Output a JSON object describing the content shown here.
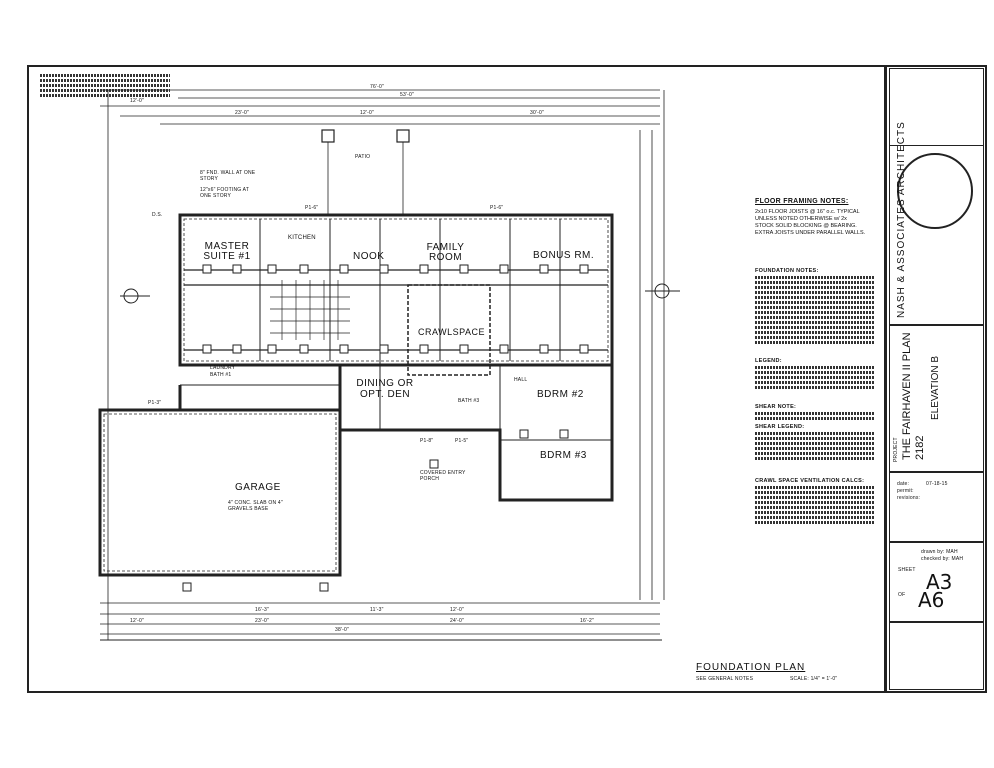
{
  "drawing": {
    "title": "FOUNDATION PLAN",
    "subtitle": "SEE GENERAL NOTES",
    "scale": "SCALE: 1/4\" = 1'-0\""
  },
  "rooms": {
    "master_suite": "MASTER SUITE #1",
    "kitchen": "KITCHEN",
    "nook": "NOOK",
    "family_room": "FAMILY ROOM",
    "bonus_rm": "BONUS RM.",
    "crawlspace": "CRAWLSPACE",
    "dining": "DINING OR OPT. DEN",
    "bdrm2": "BDRM #2",
    "bdrm3": "BDRM #3",
    "garage": "GARAGE",
    "hall": "HALL",
    "laundry": "LAUNDRY",
    "bath1": "BATH #1",
    "bath3": "BATH #3"
  },
  "dimensions": {
    "overall_top": "76'-0\"",
    "top_2": "53'-0\"",
    "top_3a": "23'-0\"",
    "top_3b": "12'-0\"",
    "top_3c": "30'-0\"",
    "left_1": "12'-0\"",
    "bottom_1": "38'-0\"",
    "bottom_2a": "23'-0\"",
    "bottom_2b": "24'-0\"",
    "bottom_2c": "16'-2\"",
    "bottom_3a": "12'-0\"",
    "bottom_3b": "16'-3\"",
    "bottom_3c": "11'-3\"",
    "bottom_3d": "12'-0\""
  },
  "callouts": {
    "pl6a": "P1-6\"",
    "pl6b": "P1-6\"",
    "pl3": "P1-3\"",
    "pl8": "P1-8\"",
    "pl5": "P1-5\"",
    "ds": "D.S.",
    "patio": "PATIO",
    "footing_note": "8\" FND. WALL AT ONE STORY",
    "footing_note2": "12\"x6\" FOOTING AT ONE STORY",
    "covered_entry": "COVERED ENTRY PORCH",
    "garage_slab": "4\" CONC. SLAB ON 4\" GRAVELS BASE"
  },
  "notes": {
    "floor_framing_title": "FLOOR FRAMING NOTES:",
    "floor_framing_lines": [
      "2x10 FLOOR JOISTS @ 16\" o.c. TYPICAL",
      "UNLESS NOTED OTHERWISE w/ 2x",
      "STOCK SOLID BLOCKING @ BEARING.",
      "EXTRA JOISTS UNDER PARALLEL WALLS."
    ],
    "foundation_title": "FOUNDATION NOTES:",
    "legend_title": "LEGEND:",
    "shear_title": "SHEAR NOTE:",
    "shear_legend_title": "SHEAR LEGEND:",
    "crawl_title": "CRAWL SPACE VENTILATION CALCS:"
  },
  "title_block": {
    "firm": "NASH & ASSOCIATES ARCHITECTS",
    "project": "THE FAIRHAVEN II PLAN 2182",
    "elevation": "ELEVATION B",
    "project_label": "PROJECT",
    "date_label": "date:",
    "date_value": "07-18-15",
    "permit_label": "permit:",
    "revisions_label": "revisions:",
    "drawn_by": "drawn by: MAH",
    "checked_by": "checked by: MAH",
    "sheet_label": "SHEET",
    "sheet_number": "A3",
    "of_label": "OF",
    "sheet_total": "A6"
  }
}
